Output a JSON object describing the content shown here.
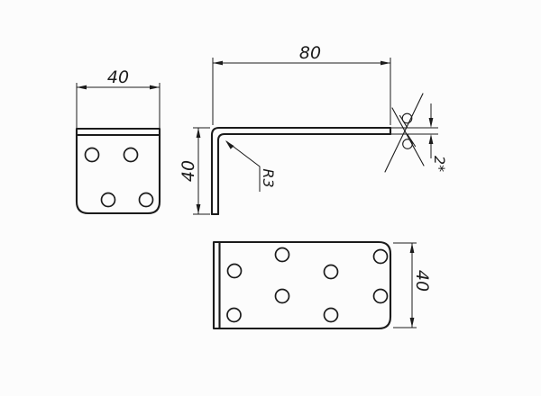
{
  "drawing": {
    "kind": "angle-bracket-three-view-technical-drawing",
    "line_color": "#1b1b1b",
    "background": "#fcfcfc"
  },
  "views": {
    "front": {
      "width_label": "40",
      "hole_count": 4
    },
    "profile": {
      "length_label": "80",
      "height_label": "40",
      "radius_label": "R3",
      "thickness_label": "2*"
    },
    "plan": {
      "width_label": "40",
      "hole_count": 8
    }
  }
}
